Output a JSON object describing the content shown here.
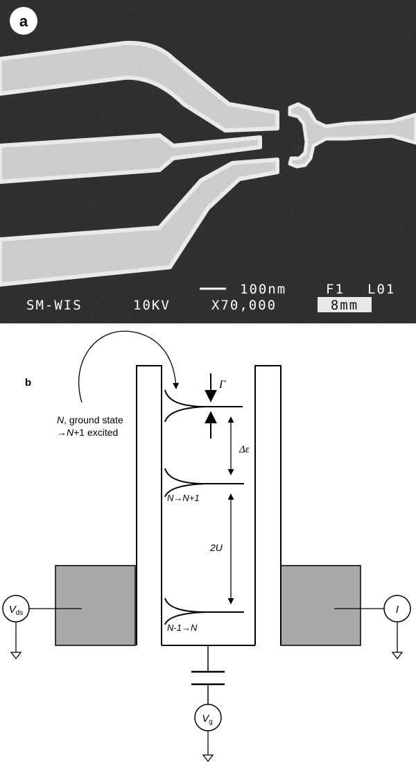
{
  "panel_a": {
    "label": "a",
    "scale_text": "100nm",
    "frame_text": "F1",
    "line_text": "L01",
    "operator_text": "SM-WIS",
    "voltage_text": "10KV",
    "magnification_text": "X70,000",
    "working_distance_text": "8mm"
  },
  "panel_b": {
    "label": "b",
    "transition_note_line1_sym": "N",
    "transition_note_line1_rest": ", ground state",
    "transition_note_line2_arrow": "→",
    "transition_note_line2_sym": "N",
    "transition_note_line2_rest": "+1 excited",
    "gamma_label": "Γ",
    "delta_epsilon_label": "Δε",
    "two_u_label": "2U",
    "level_mid_label": "N→N+1",
    "level_bottom_label": "N-1→N",
    "source_symbol": "V",
    "source_subscript": "ds",
    "current_symbol": "I",
    "gate_symbol": "V",
    "gate_subscript": "g"
  },
  "colors": {
    "sem_background": "#1a1a1a",
    "sem_electrode": "#d9d9d9",
    "lead_fill": "#a9a9a9",
    "line": "#000000"
  }
}
